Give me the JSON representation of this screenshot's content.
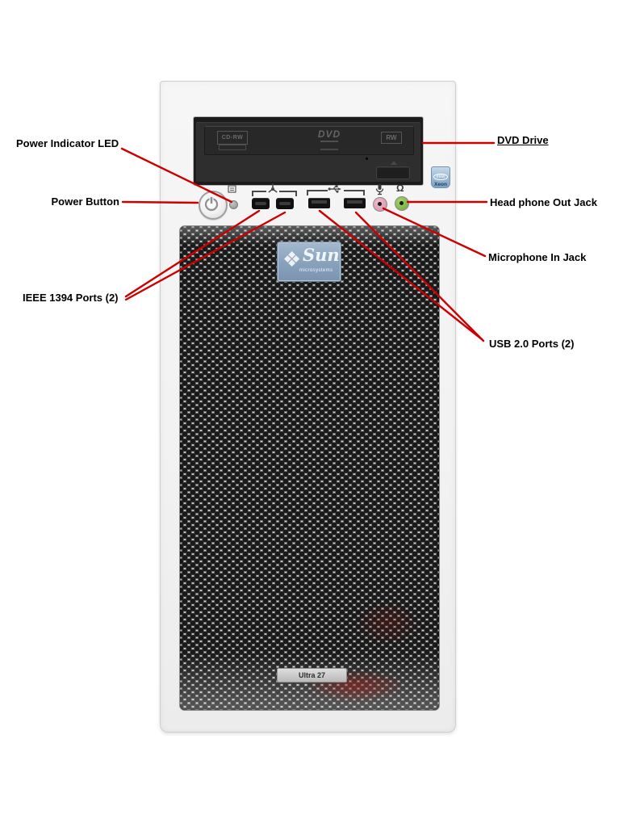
{
  "callouts": [
    {
      "id": "power-indicator-led",
      "label": "Power Indicator LED"
    },
    {
      "id": "power-button",
      "label": "Power Button"
    },
    {
      "id": "ieee-1394-ports",
      "label": "IEEE 1394 Ports (2)"
    },
    {
      "id": "dvd-drive",
      "label": "DVD Drive"
    },
    {
      "id": "headphone-out-jack",
      "label": "Head phone Out Jack"
    },
    {
      "id": "microphone-in-jack",
      "label": "Microphone In Jack"
    },
    {
      "id": "usb-ports",
      "label": "USB 2.0 Ports (2)"
    }
  ],
  "chassis": {
    "model_plate": "Ultra 27",
    "sun_badge": {
      "name": "Sun",
      "subtitle": "microsystems",
      "glyph": "❖"
    },
    "intel_badge": {
      "brand": "intel",
      "processor": "Xeon"
    },
    "drive_markings": {
      "left_logo": "CD-RW",
      "center_logo": "DVD",
      "right_logo": "RW"
    }
  },
  "icons": {
    "headphone_glyph": "Ω"
  },
  "colors": {
    "callout_line": "#cc0000",
    "chassis": "#f3f3f3",
    "mesh_hole": "#1a1a1a",
    "mic_jack": "#e3a4ba",
    "headphone_jack": "#79b344",
    "sun_badge": "#8ba4bf"
  }
}
